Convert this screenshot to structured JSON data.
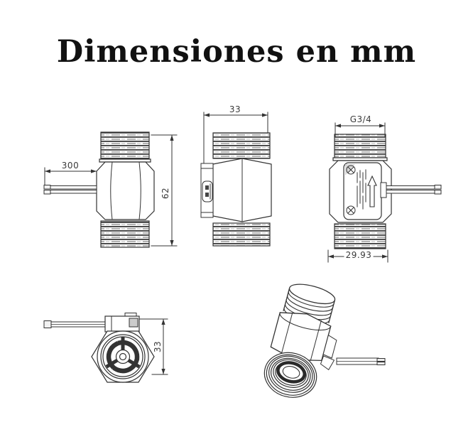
{
  "title": "Dimensiones en mm",
  "colors": {
    "background": "#ffffff",
    "line": "#333333",
    "thread_dark": "#3c3c3c",
    "thread_gray": "#9a9a9a"
  },
  "dimensions": {
    "cable_length": "300",
    "total_height": "62",
    "front_width": "33",
    "thread_size": "G3/4",
    "hex_width": "29.93",
    "side_depth": "33"
  }
}
